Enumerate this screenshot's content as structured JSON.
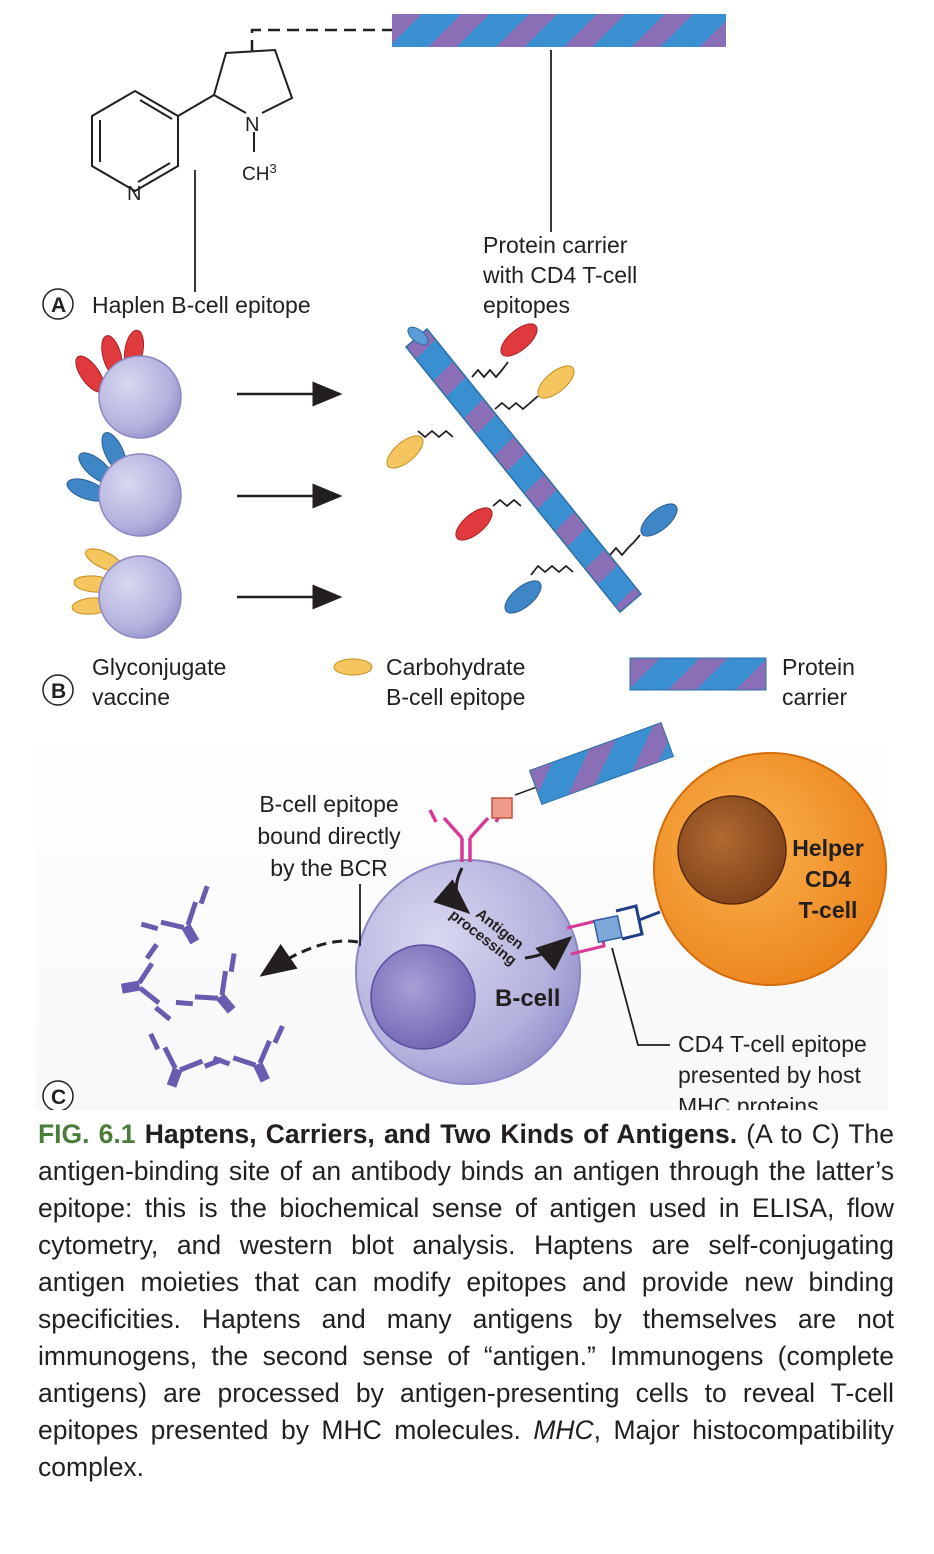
{
  "panel_a": {
    "letter": "A",
    "nitrogen_ring": "N",
    "nitrogen_pyrrolidine": "N",
    "methyl": "CH",
    "methyl_sub": "3",
    "hapten_label": "Haplen B-cell epitope",
    "carrier_label_lines": [
      "Protein carrier",
      "with CD4 T-cell",
      "epitopes"
    ]
  },
  "panel_b": {
    "letter": "B",
    "vaccine_label_lines": [
      "Glyconjugate",
      "vaccine"
    ],
    "carbohydrate_label_lines": [
      "Carbohydrate",
      "B-cell epitope"
    ],
    "carrier_label_lines": [
      "Protein",
      "carrier"
    ]
  },
  "panel_c": {
    "letter": "C",
    "bcr_label_lines": [
      "B-cell epitope",
      "bound directly",
      "by the BCR"
    ],
    "processing_lines": [
      "Antigen",
      "processing"
    ],
    "bcell_label": "B-cell",
    "helper_label_lines": [
      "Helper",
      "CD4",
      "T-cell"
    ],
    "mhc_label_lines": [
      "CD4 T-cell epitope",
      "presented by host",
      "MHC proteins"
    ]
  },
  "colors": {
    "red_epitope": "#e03a3e",
    "blue_epitope": "#3f86c6",
    "yellow_epitope": "#f5c55f",
    "cell_lavender": "#b7b6df",
    "carrier_blue": "#3a8fd0",
    "carrier_purple": "#8b6fb6",
    "tcell_orange": "#f39a2e",
    "antibody_purple": "#6b5bb0",
    "bcr_magenta": "#d63a96",
    "caption_green": "#4b7d3a"
  },
  "caption": {
    "fig_num": "FIG. 6.1",
    "title": "Haptens, Carriers, and Two Kinds of Antigens.",
    "body_1": "(A to C) The antigen-binding site of an antibody binds an antigen through the latter’s epitope: this is the biochemical sense of antigen used in ELISA, flow cytometry, and western blot analysis. Haptens are self-conjugating antigen moieties that can modify epitopes and provide new binding specificities. Haptens and many antigens by themselves are not immunogens, the second sense of “antigen.” Immunogens (complete antigens) are processed by antigen-presenting cells to reveal T-cell epitopes presented by MHC molecules.",
    "abbr": "MHC",
    "body_2": ", Major histocompatibility complex."
  }
}
